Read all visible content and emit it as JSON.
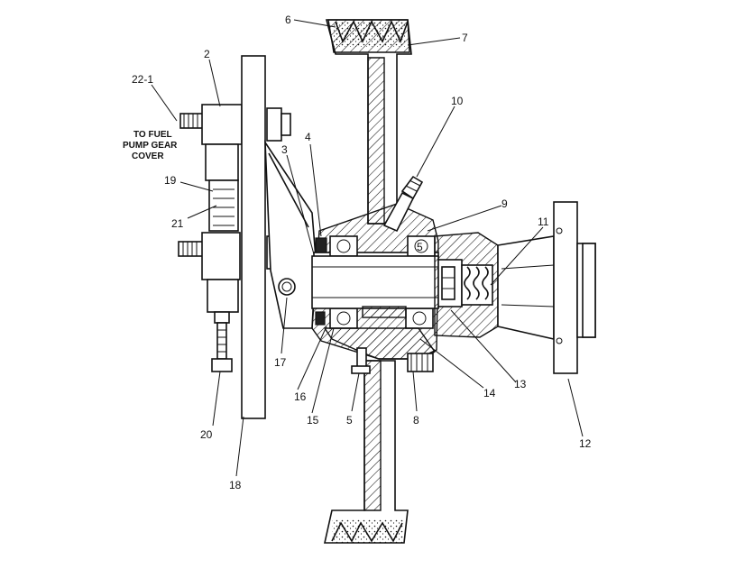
{
  "note": {
    "line1": "TO FUEL",
    "line2": "PUMP GEAR",
    "line3": "COVER"
  },
  "callouts": {
    "c1": "22-1",
    "c2": "2",
    "c3": "19",
    "c4": "21",
    "c5": "20",
    "c6": "18",
    "c7": "3",
    "c8": "4",
    "c9": "17",
    "c10": "16",
    "c11": "15",
    "c12": "5",
    "c13": "8",
    "c14": "14",
    "c15": "13",
    "c16": "6",
    "c17": "7",
    "c18": "10",
    "c19": "9",
    "c20": "11",
    "c21": "12"
  }
}
